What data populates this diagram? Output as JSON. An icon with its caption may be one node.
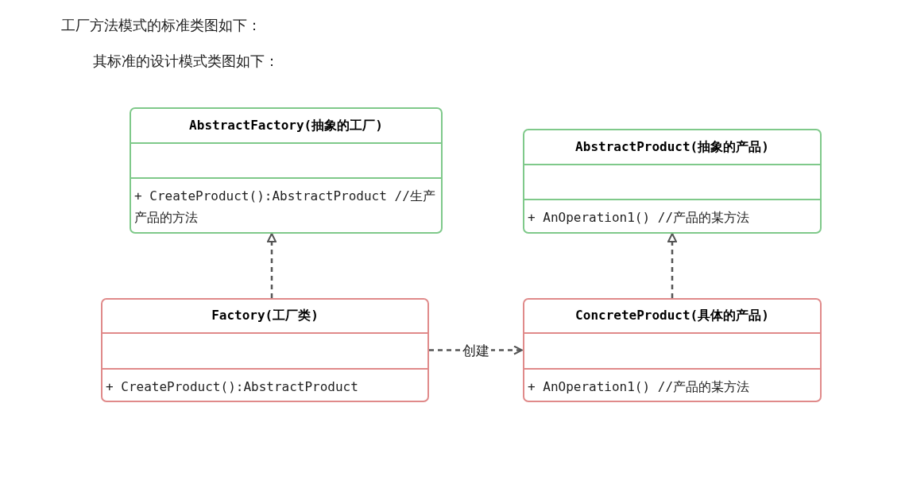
{
  "diagram": {
    "nodes": [
      {
        "text": [
          "AbstractFactory(抽象的工厂)",
          "+ CreateProduct():AbstractProduct //生产产品的方法"
        ]
      },
      {
        "text": [
          "AbstractProduct(抽象的产品)",
          "+ AnOperation1() //产品的某方法"
        ]
      },
      {
        "text": [
          "Factory(工厂类)",
          "+ CreateProduct():AbstractProduct"
        ]
      },
      {
        "text": [
          "ConcreteProduct(具体的产品)",
          "+ AnOperation1() //产品的某方法"
        ]
      }
    ],
    "edges": [
      {
        "from": 2,
        "to": 0,
        "arrow": "to",
        "style": "dashed"
      },
      {
        "from": 3,
        "to": 1,
        "arrow": "to",
        "style": "dashed"
      },
      {
        "from": 2,
        "to": 3,
        "arrow": "to",
        "style": "dashed",
        "label": "创建"
      }
    ],
    "labels": [
      "工厂方法模式的标准类图如下：",
      "其标准的设计模式类图如下："
    ]
  }
}
